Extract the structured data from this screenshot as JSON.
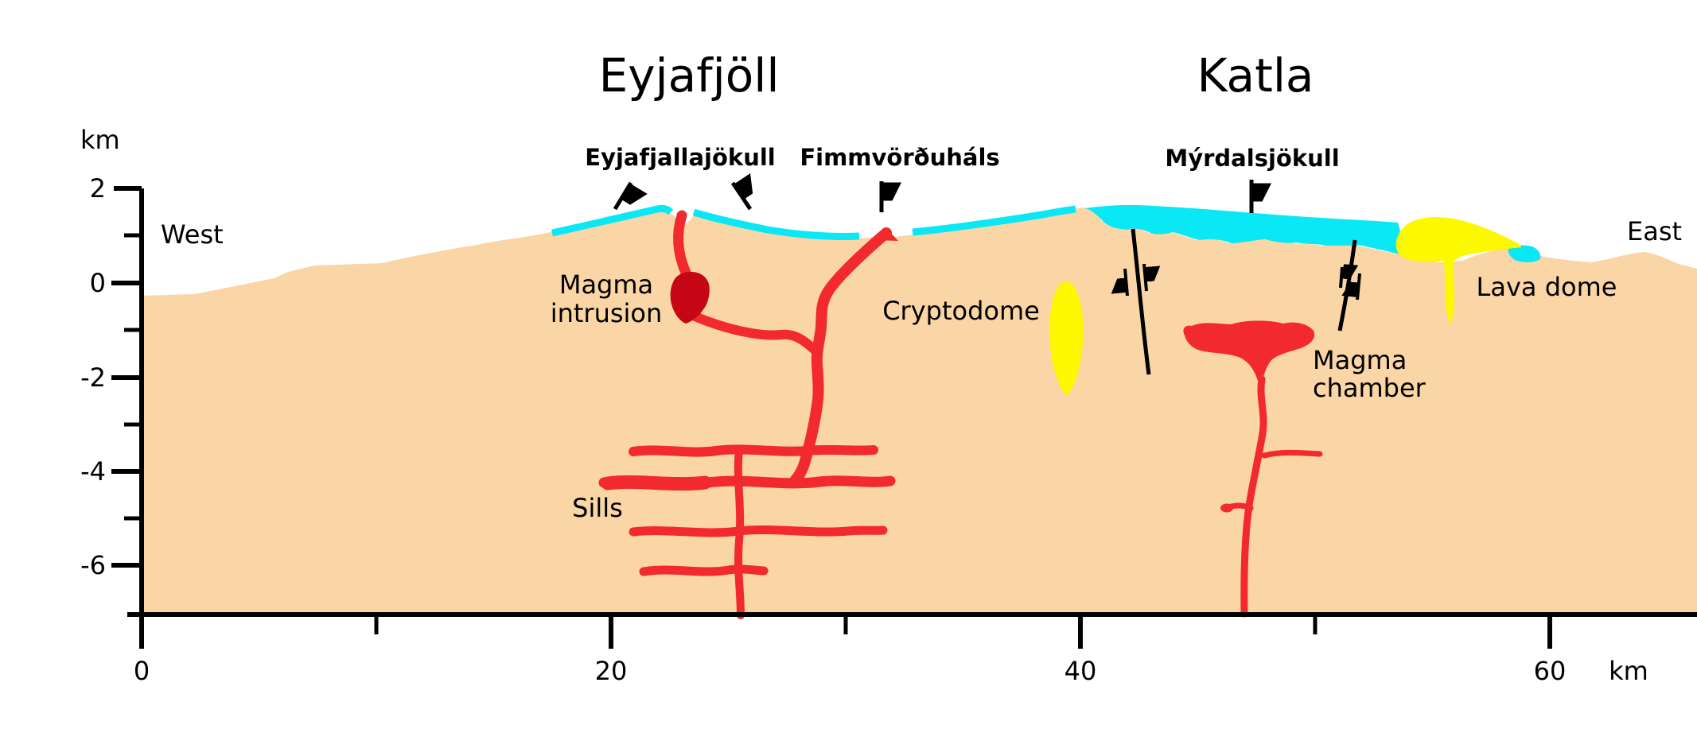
{
  "figure": {
    "kind": "geological cross-section diagram of two Icelandic volcanic systems",
    "titles": {
      "eyjafjoll": "Eyjafjöll",
      "katla": "Katla"
    },
    "surface_labels": {
      "eyjafjallajokull": "Eyjafjallajökull",
      "fimmvorduhals": "Fimmvörðuháls",
      "myrdalsjokull": "Mýrdalsjökull"
    },
    "direction_labels": {
      "west": "West",
      "east": "East"
    },
    "feature_labels": {
      "magma_intrusion_line1": "Magma",
      "magma_intrusion_line2": "intrusion",
      "cryptodome": "Cryptodome",
      "magma_chamber_line1": "Magma",
      "magma_chamber_line2": "chamber",
      "lava_dome": "Lava dome",
      "sills": "Sills"
    }
  },
  "axes": {
    "y_unit": "km",
    "y_ticks": [
      "2",
      "0",
      "-2",
      "-4",
      "-6"
    ],
    "x_ticks": [
      "0",
      "20",
      "40",
      "60"
    ],
    "x_unit": "km"
  },
  "colors": {
    "rock": "#FAD5A5",
    "ice": "#0AE7F5",
    "magma": "#F22A2D",
    "magma_intrusion": "#C50614",
    "dome": "#FCF800",
    "ink": "#000000"
  }
}
